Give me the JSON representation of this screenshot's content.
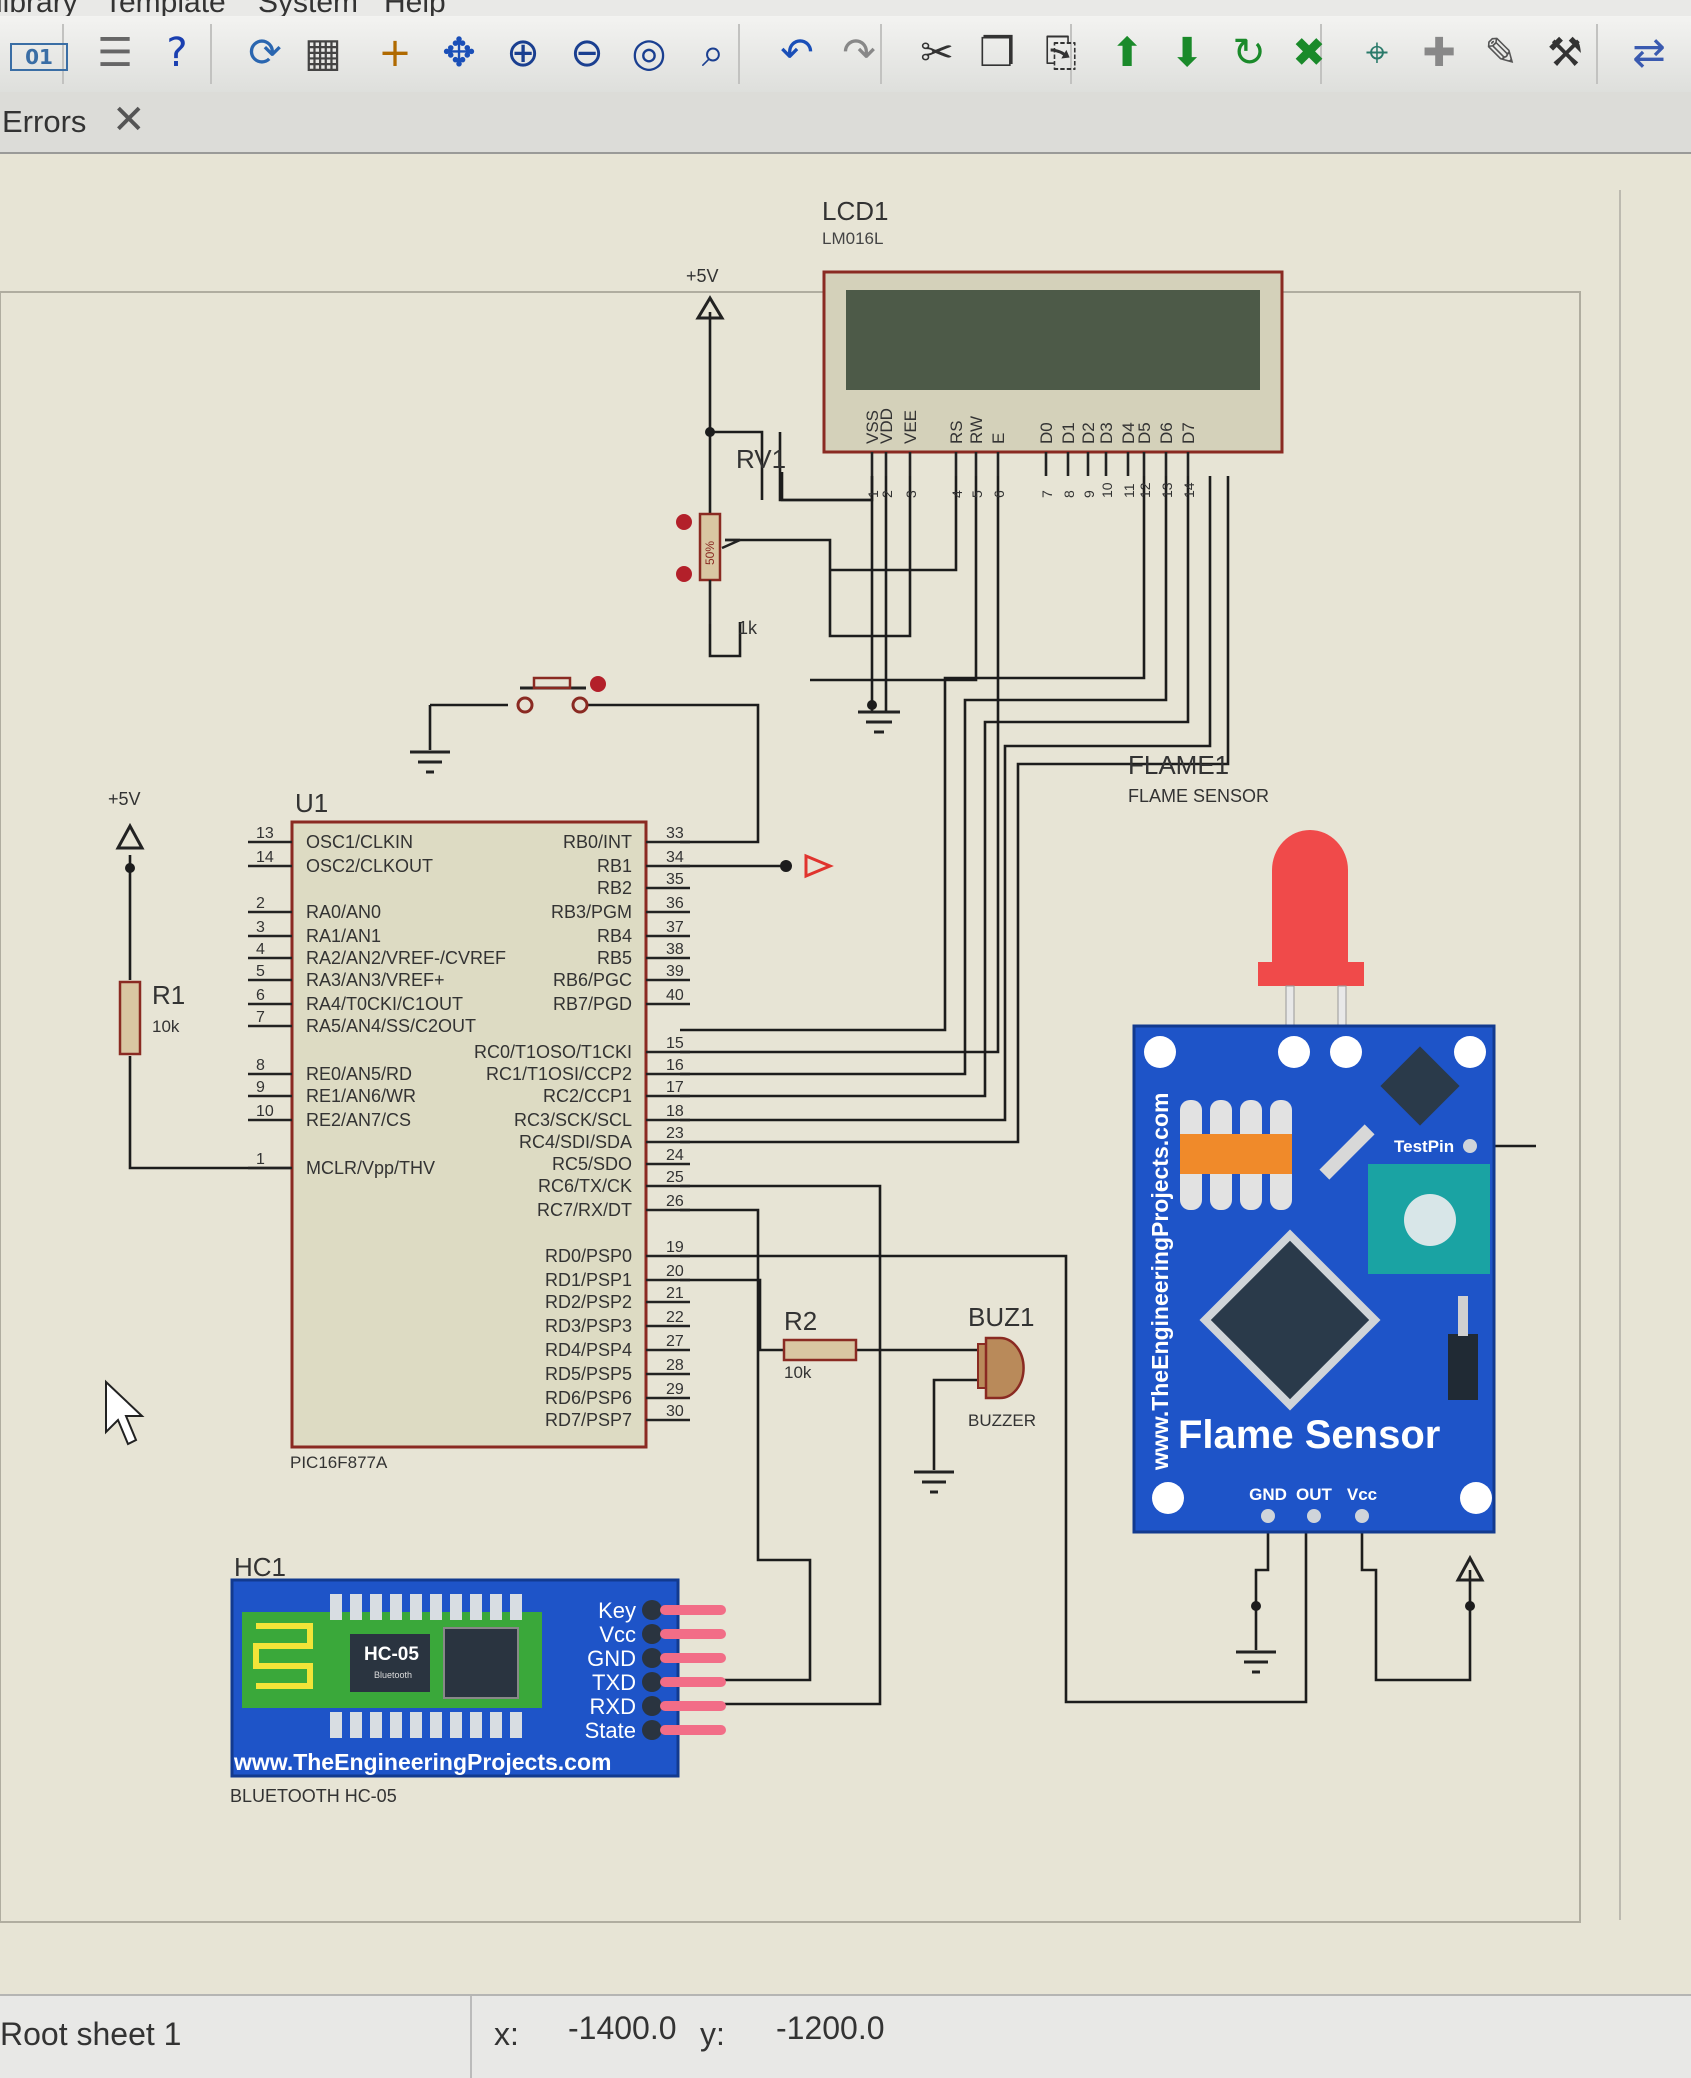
{
  "menu": {
    "items": [
      "library",
      "Template",
      "System",
      "Help"
    ]
  },
  "toolbar": {
    "buttons": [
      {
        "icon": "binary-display-icon",
        "glyph": "01"
      },
      {
        "icon": "document-icon",
        "glyph": "☰"
      },
      {
        "icon": "help-icon",
        "glyph": "?"
      },
      {
        "icon": "refresh-icon",
        "glyph": "⟳"
      },
      {
        "icon": "grid-icon",
        "glyph": "▦"
      },
      {
        "icon": "origin-icon",
        "glyph": "+"
      },
      {
        "icon": "pan-icon",
        "glyph": "✥"
      },
      {
        "icon": "zoom-in-icon",
        "glyph": "⊕"
      },
      {
        "icon": "zoom-out-icon",
        "glyph": "⊖"
      },
      {
        "icon": "zoom-all-icon",
        "glyph": "◎"
      },
      {
        "icon": "zoom-area-icon",
        "glyph": "⌕"
      },
      {
        "icon": "undo-icon",
        "glyph": "↶"
      },
      {
        "icon": "redo-icon",
        "glyph": "↷"
      },
      {
        "icon": "cut-icon",
        "glyph": "✂"
      },
      {
        "icon": "copy-icon",
        "glyph": "❐"
      },
      {
        "icon": "paste-icon",
        "glyph": "⎘"
      },
      {
        "icon": "block-copy-icon",
        "glyph": "⬆"
      },
      {
        "icon": "block-move-icon",
        "glyph": "⬇"
      },
      {
        "icon": "block-rotate-icon",
        "glyph": "↻"
      },
      {
        "icon": "block-delete-icon",
        "glyph": "✖"
      },
      {
        "icon": "pick-device-icon",
        "glyph": "⌖"
      },
      {
        "icon": "make-device-icon",
        "glyph": "✚"
      },
      {
        "icon": "packaging-tool-icon",
        "glyph": "✎"
      },
      {
        "icon": "decompose-icon",
        "glyph": "⚒"
      },
      {
        "icon": "netlist-icon",
        "glyph": "⇄"
      }
    ]
  },
  "tab": {
    "label": "Errors"
  },
  "schematic": {
    "lcd": {
      "ref": "LCD1",
      "part": "LM016L",
      "pins": [
        "VSS",
        "VDD",
        "VEE",
        "RS",
        "RW",
        "E",
        "D0",
        "D1",
        "D2",
        "D3",
        "D4",
        "D5",
        "D6",
        "D7"
      ],
      "nums": [
        "1",
        "2",
        "3",
        "4",
        "5",
        "6",
        "7",
        "8",
        "9",
        "10",
        "11",
        "12",
        "13",
        "14"
      ]
    },
    "pot": {
      "ref": "RV1",
      "value": "1k",
      "pct": "50%"
    },
    "supply": "+5V",
    "mcu": {
      "ref": "U1",
      "part": "PIC16F877A",
      "left_pins": [
        {
          "num": "13",
          "name": "OSC1/CLKIN"
        },
        {
          "num": "14",
          "name": "OSC2/CLKOUT"
        },
        {
          "num": "2",
          "name": "RA0/AN0"
        },
        {
          "num": "3",
          "name": "RA1/AN1"
        },
        {
          "num": "4",
          "name": "RA2/AN2/VREF-/CVREF"
        },
        {
          "num": "5",
          "name": "RA3/AN3/VREF+"
        },
        {
          "num": "6",
          "name": "RA4/T0CKI/C1OUT"
        },
        {
          "num": "7",
          "name": "RA5/AN4/SS/C2OUT"
        },
        {
          "num": "8",
          "name": "RE0/AN5/RD"
        },
        {
          "num": "9",
          "name": "RE1/AN6/WR"
        },
        {
          "num": "10",
          "name": "RE2/AN7/CS"
        },
        {
          "num": "1",
          "name": "MCLR/Vpp/THV"
        }
      ],
      "right_pins": [
        {
          "num": "33",
          "name": "RB0/INT"
        },
        {
          "num": "34",
          "name": "RB1"
        },
        {
          "num": "35",
          "name": "RB2"
        },
        {
          "num": "36",
          "name": "RB3/PGM"
        },
        {
          "num": "37",
          "name": "RB4"
        },
        {
          "num": "38",
          "name": "RB5"
        },
        {
          "num": "39",
          "name": "RB6/PGC"
        },
        {
          "num": "40",
          "name": "RB7/PGD"
        },
        {
          "num": "15",
          "name": "RC0/T1OSO/T1CKI"
        },
        {
          "num": "16",
          "name": "RC1/T1OSI/CCP2"
        },
        {
          "num": "17",
          "name": "RC2/CCP1"
        },
        {
          "num": "18",
          "name": "RC3/SCK/SCL"
        },
        {
          "num": "23",
          "name": "RC4/SDI/SDA"
        },
        {
          "num": "24",
          "name": "RC5/SDO"
        },
        {
          "num": "25",
          "name": "RC6/TX/CK"
        },
        {
          "num": "26",
          "name": "RC7/RX/DT"
        },
        {
          "num": "19",
          "name": "RD0/PSP0"
        },
        {
          "num": "20",
          "name": "RD1/PSP1"
        },
        {
          "num": "21",
          "name": "RD2/PSP2"
        },
        {
          "num": "22",
          "name": "RD3/PSP3"
        },
        {
          "num": "27",
          "name": "RD4/PSP4"
        },
        {
          "num": "28",
          "name": "RD5/PSP5"
        },
        {
          "num": "29",
          "name": "RD6/PSP6"
        },
        {
          "num": "30",
          "name": "RD7/PSP7"
        }
      ]
    },
    "r1": {
      "ref": "R1",
      "value": "10k"
    },
    "r2": {
      "ref": "R2",
      "value": "10k"
    },
    "buzzer": {
      "ref": "BUZ1",
      "part": "BUZZER"
    },
    "flame": {
      "ref": "FLAME1",
      "part": "FLAME SENSOR",
      "brand": "www.TheEngineeringProjects.com",
      "title": "Flame Sensor",
      "testpin": "TestPin",
      "pins": [
        "GND",
        "OUT",
        "Vcc"
      ]
    },
    "hc": {
      "ref": "HC1",
      "part": "BLUETOOTH HC-05",
      "chip": "HC-05",
      "chip_sub": "Bluetooth",
      "brand": "www.TheEngineeringProjects.com",
      "pins": [
        "Key",
        "Vcc",
        "GND",
        "TXD",
        "RXD",
        "State"
      ]
    }
  },
  "status": {
    "sheet": "Root sheet 1",
    "x_label": "x:",
    "x_value": "-1400.0",
    "y_label": "y:",
    "y_value": "-1200.0"
  }
}
